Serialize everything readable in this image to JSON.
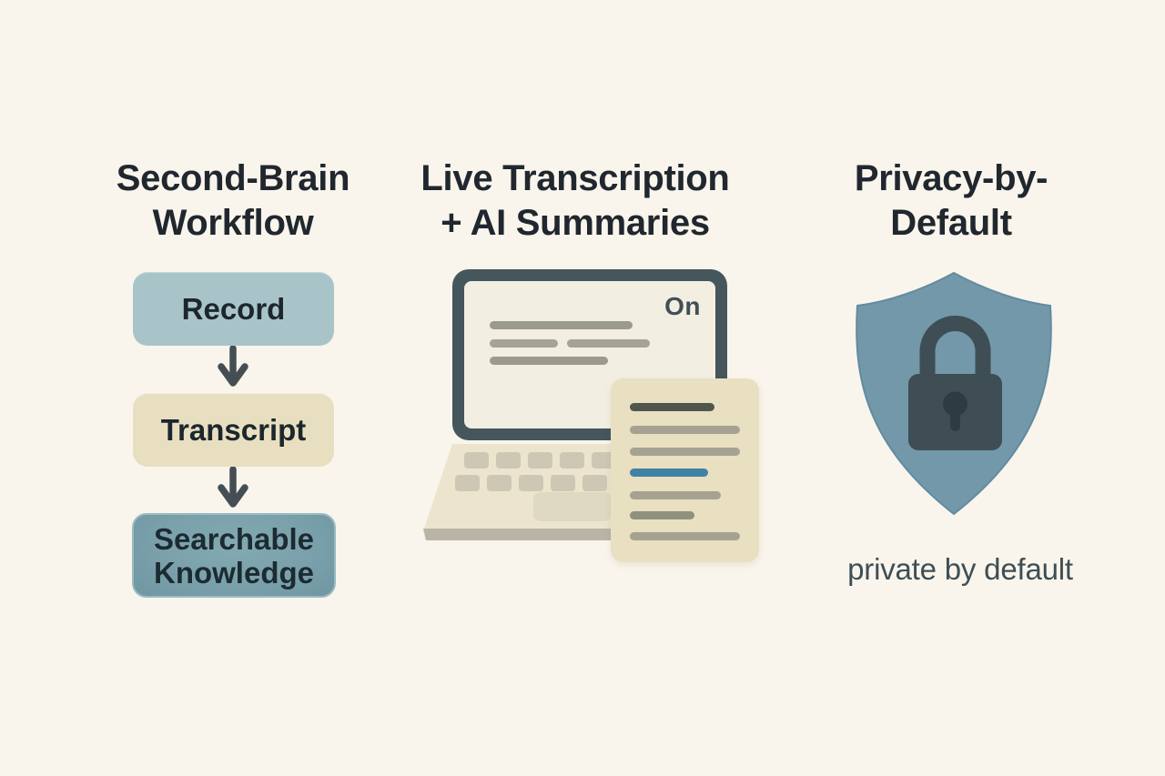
{
  "workflow": {
    "title": "Second-Brain\nWorkflow",
    "steps": [
      {
        "label": "Record"
      },
      {
        "label": "Transcript"
      },
      {
        "label": "Searchable Knowledge"
      }
    ]
  },
  "transcription": {
    "title": "Live Transcription\n+ AI Summaries",
    "screen_status": "On"
  },
  "privacy": {
    "title": "Privacy-by-\nDefault",
    "caption": "private by default"
  },
  "colors": {
    "background": "#f9f5ec",
    "title_text": "#20272e",
    "step_record_bg": "#a9c4c8",
    "step_transcript_bg": "#e8dfc1",
    "step_knowledge_bg": "#7aa1ab",
    "arrow": "#454f53",
    "laptop_frame": "#45565c",
    "laptop_screen": "#f2efe2",
    "laptop_base": "#ece4cd",
    "document_bg": "#e9dfc1",
    "accent_teal_line": "#3f82a4",
    "shield": "#7398a9",
    "lock": "#3e4e54",
    "caption_text": "#3f4e55"
  }
}
